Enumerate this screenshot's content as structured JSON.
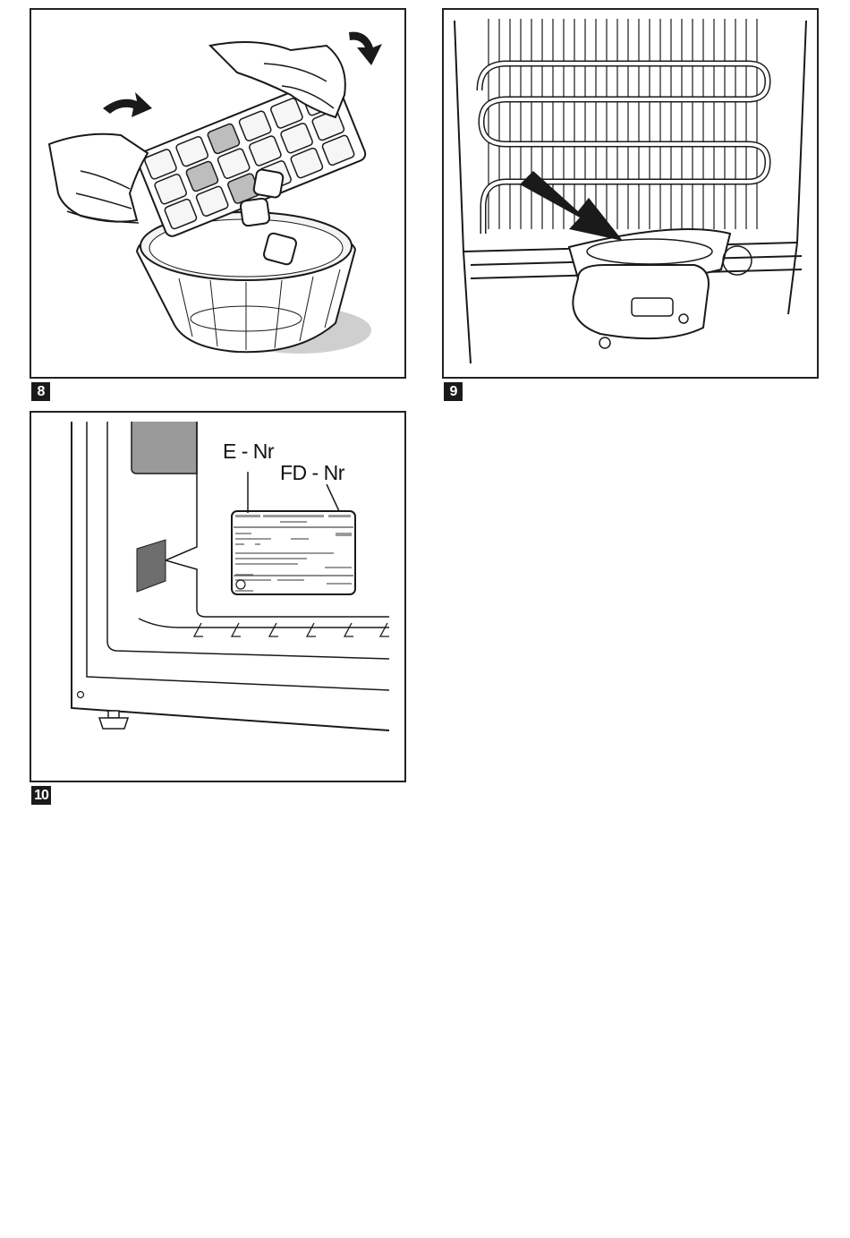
{
  "figures": [
    {
      "number": "8",
      "subject": "ice-tray"
    },
    {
      "number": "9",
      "subject": "compressor-drip-tray"
    },
    {
      "number": "10",
      "subject": "rating-plate"
    }
  ],
  "rating_plate": {
    "e_nr_label": "E - Nr",
    "fd_nr_label": "FD - Nr"
  },
  "colors": {
    "ink": "#1a1a1a",
    "shade": "#c8c8c8",
    "dark_shade": "#6e6e6e"
  }
}
